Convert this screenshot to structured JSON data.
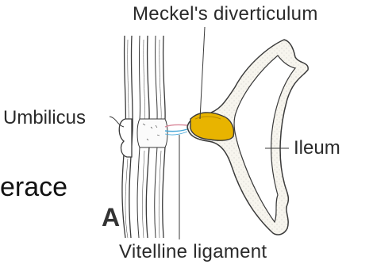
{
  "labels": {
    "meckel": "Meckel's diverticulum",
    "umbilicus": "Umbilicus",
    "ileum": "Ileum",
    "vitelline": "Vitelline ligament",
    "panel": "A",
    "partial_text": "erace"
  },
  "colors": {
    "line": "#3a3a3a",
    "diverticulum_fill": "#e8b400",
    "ligament_blue": "#4aa8d8",
    "ligament_pink": "#d9889a",
    "ileum_fill": "#f7f5ee",
    "ileum_stipple": "#8a8a8a"
  }
}
